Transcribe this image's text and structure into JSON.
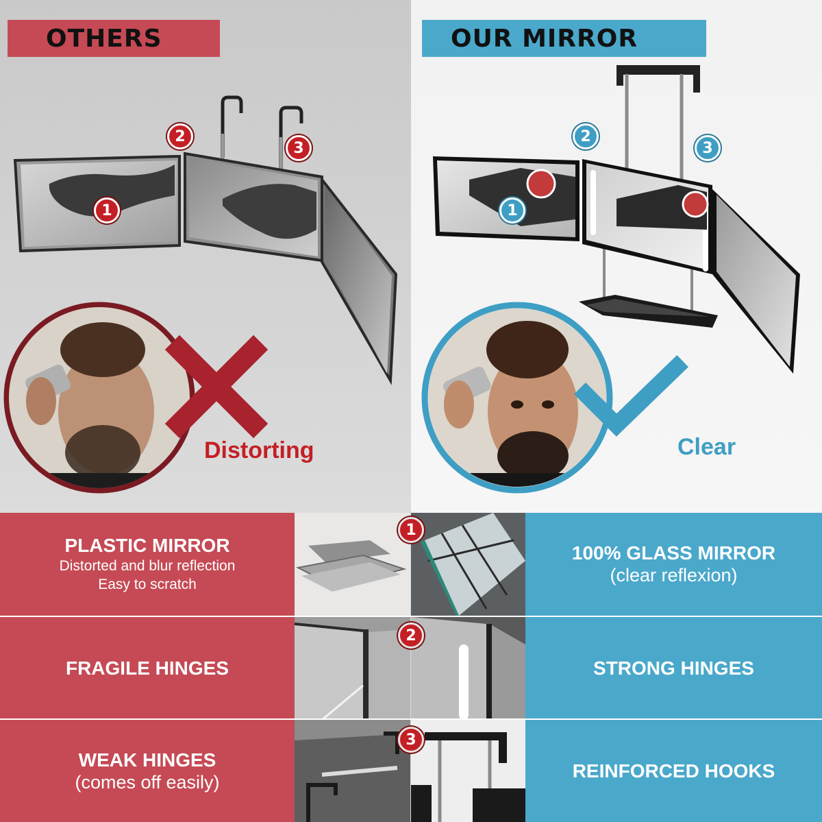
{
  "left_panel": {
    "title": "OTHERS",
    "caption": "Distorting",
    "badges": [
      "1",
      "2",
      "3"
    ],
    "colors": {
      "accent": "#c54a55",
      "caption": "#c41f25",
      "mark": "#a8232e"
    },
    "mark_icon": "cross-icon"
  },
  "right_panel": {
    "title": "OUR MIRROR",
    "caption": "Clear",
    "badges": [
      "1",
      "2",
      "3"
    ],
    "colors": {
      "accent": "#4aa8cb",
      "caption": "#3f9ec4",
      "mark": "#3f9ec4"
    },
    "mark_icon": "checkmark-icon"
  },
  "comparison": [
    {
      "number": "1",
      "others": {
        "title": "PLASTIC MIRROR",
        "lines": [
          "Distorted and blur reflection",
          "Easy to scratch"
        ]
      },
      "ours": {
        "title": "100% GLASS MIRROR",
        "lines": [
          "(clear reflexion)"
        ]
      }
    },
    {
      "number": "2",
      "others": {
        "title": "FRAGILE HINGES",
        "lines": []
      },
      "ours": {
        "title": "STRONG HINGES",
        "lines": []
      }
    },
    {
      "number": "3",
      "others": {
        "title": "WEAK HINGES",
        "lines": [
          "(comes off easily)"
        ]
      },
      "ours": {
        "title": "REINFORCED HOOKS",
        "lines": []
      }
    }
  ]
}
